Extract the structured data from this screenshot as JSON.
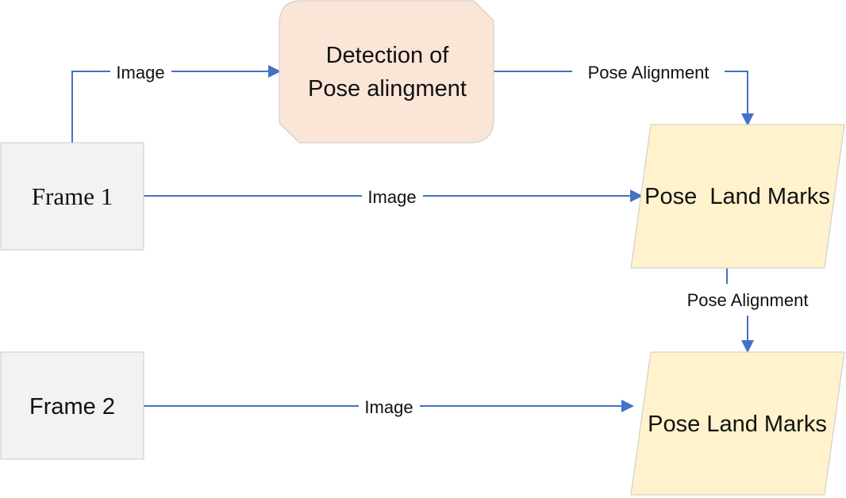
{
  "colors": {
    "edge": "#4472c4",
    "frame_fill": "#f2f2f2",
    "frame_stroke": "#c9c9c9",
    "detection_fill": "#fbe5d6",
    "detection_stroke": "#c9c9c9",
    "landmarks_fill": "#fff2cc",
    "landmarks_stroke": "#c9c9c9"
  },
  "nodes": {
    "frame1": {
      "label": "Frame 1"
    },
    "frame2": {
      "label": "Frame 2"
    },
    "detection": {
      "line1": "Detection of",
      "line2": "Pose alingment"
    },
    "landmarks1": {
      "label": "Pose  Land Marks"
    },
    "landmarks2": {
      "label": "Pose Land Marks"
    }
  },
  "edges": {
    "frame1_to_detection": {
      "label": "Image"
    },
    "detection_to_landmarks1": {
      "label": "Pose Alignment"
    },
    "frame1_to_landmarks1": {
      "label": "Image"
    },
    "landmarks1_to_landmarks2": {
      "label": "Pose Alignment"
    },
    "frame2_to_landmarks2": {
      "label": "Image"
    }
  }
}
